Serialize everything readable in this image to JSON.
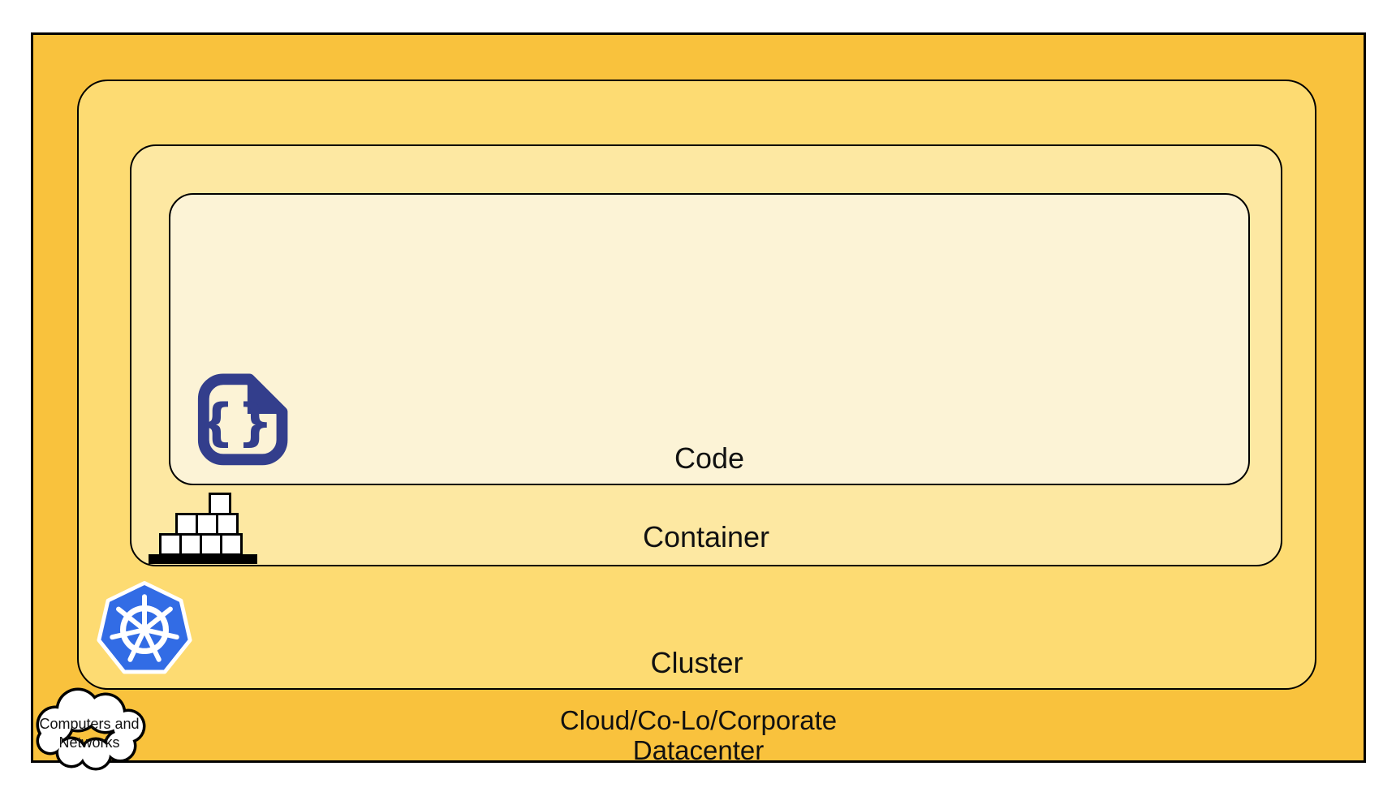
{
  "diagram": {
    "type": "nested-layers",
    "layers": [
      {
        "id": "code",
        "label": "Code",
        "fill": "#FCF3D6",
        "icon": "code-file-icon"
      },
      {
        "id": "container",
        "label": "Container",
        "fill": "#FDE8A2",
        "icon": "container-blocks-icon"
      },
      {
        "id": "cluster",
        "label": "Cluster",
        "fill": "#FDDB72",
        "icon": "kubernetes-icon"
      },
      {
        "id": "datacenter",
        "label_line1": "Cloud/Co-Lo/Corporate",
        "label_line2": "Datacenter",
        "fill": "#F9C23D",
        "icon": "computers-networks-cloud-icon"
      }
    ],
    "code_glyph": "{}",
    "cloud_callout": {
      "line1": "Computers and",
      "line2": "Networks"
    },
    "colors": {
      "datacenter_fill": "#F9C23D",
      "cluster_fill": "#FDDB72",
      "container_fill": "#FDE8A2",
      "code_fill": "#FCF3D6",
      "kubernetes_blue": "#326CE5",
      "code_icon_navy": "#333E8C",
      "outline": "#000000",
      "text": "#111111"
    }
  }
}
